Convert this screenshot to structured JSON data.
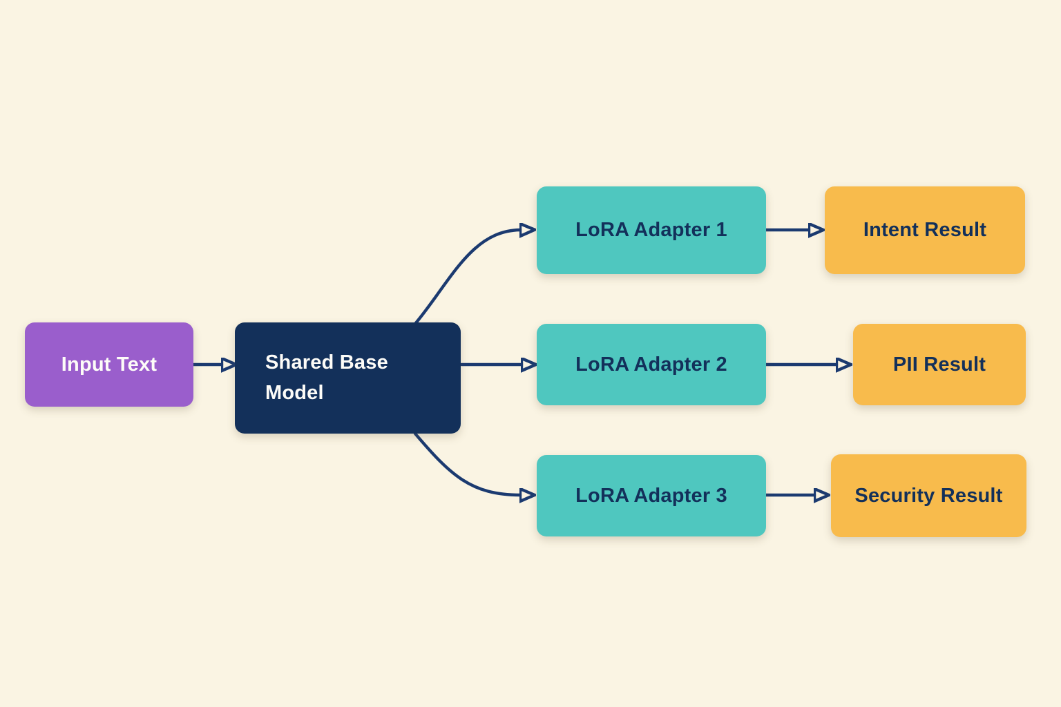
{
  "diagram": {
    "background_color": "#FAF4E3",
    "arrow_color": "#1B3A70",
    "nodes": {
      "input": {
        "label": "Input Text",
        "fill": "#9A5ECC",
        "text_color": "#FFFFFF"
      },
      "base": {
        "label": "Shared Base Model",
        "fill": "#13305A",
        "text_color": "#FFFFFF"
      },
      "adapter1": {
        "label": "LoRA Adapter 1",
        "fill": "#4FC7BF",
        "text_color": "#13305A"
      },
      "adapter2": {
        "label": "LoRA Adapter 2",
        "fill": "#4FC7BF",
        "text_color": "#13305A"
      },
      "adapter3": {
        "label": "LoRA Adapter 3",
        "fill": "#4FC7BF",
        "text_color": "#13305A"
      },
      "intent": {
        "label": "Intent Result",
        "fill": "#F8BB4C",
        "text_color": "#13305A"
      },
      "pii": {
        "label": "PII Result",
        "fill": "#F8BB4C",
        "text_color": "#13305A"
      },
      "security": {
        "label": "Security Result",
        "fill": "#F8BB4C",
        "text_color": "#13305A"
      }
    },
    "edges": [
      {
        "from": "Input Text",
        "to": "Shared Base Model"
      },
      {
        "from": "Shared Base Model",
        "to": "LoRA Adapter 1"
      },
      {
        "from": "Shared Base Model",
        "to": "LoRA Adapter 2"
      },
      {
        "from": "Shared Base Model",
        "to": "LoRA Adapter 3"
      },
      {
        "from": "LoRA Adapter 1",
        "to": "Intent Result"
      },
      {
        "from": "LoRA Adapter 2",
        "to": "PII Result"
      },
      {
        "from": "LoRA Adapter 3",
        "to": "Security Result"
      }
    ]
  }
}
